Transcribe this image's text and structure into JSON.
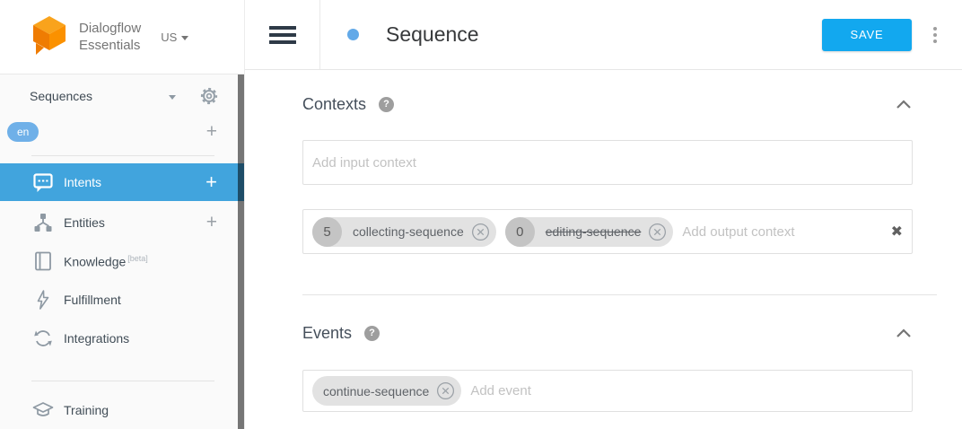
{
  "app": {
    "brand_line1": "Dialogflow",
    "brand_line2": "Essentials",
    "region": "US"
  },
  "sidebar": {
    "agent_name": "Sequences",
    "language": "en",
    "items": [
      {
        "label": "Intents",
        "icon": "chat-bubble-icon",
        "active": true,
        "has_add": true
      },
      {
        "label": "Entities",
        "icon": "entity-hub-icon",
        "active": false,
        "has_add": true
      },
      {
        "label": "Knowledge",
        "badge": "[beta]",
        "icon": "book-icon",
        "active": false
      },
      {
        "label": "Fulfillment",
        "icon": "lightning-icon",
        "active": false
      },
      {
        "label": "Integrations",
        "icon": "sync-icon",
        "active": false
      },
      {
        "label": "Training",
        "icon": "graduation-cap-icon",
        "active": false
      }
    ]
  },
  "header": {
    "title": "Sequence",
    "save_label": "SAVE"
  },
  "contexts": {
    "title": "Contexts",
    "input_placeholder": "Add input context",
    "output_placeholder": "Add output context",
    "output_chips": [
      {
        "count": "5",
        "label": "collecting-sequence",
        "strikethrough": false
      },
      {
        "count": "0",
        "label": "editing-sequence",
        "strikethrough": true
      }
    ]
  },
  "events": {
    "title": "Events",
    "placeholder": "Add event",
    "chips": [
      {
        "label": "continue-sequence"
      }
    ]
  },
  "colors": {
    "accent_blue": "#12a8ef",
    "selected_nav_blue": "#41a4dd",
    "language_pill_blue": "#6fb0e8",
    "intent_dot_blue": "#62a9e8",
    "logo_orange": "#f9a01b"
  }
}
